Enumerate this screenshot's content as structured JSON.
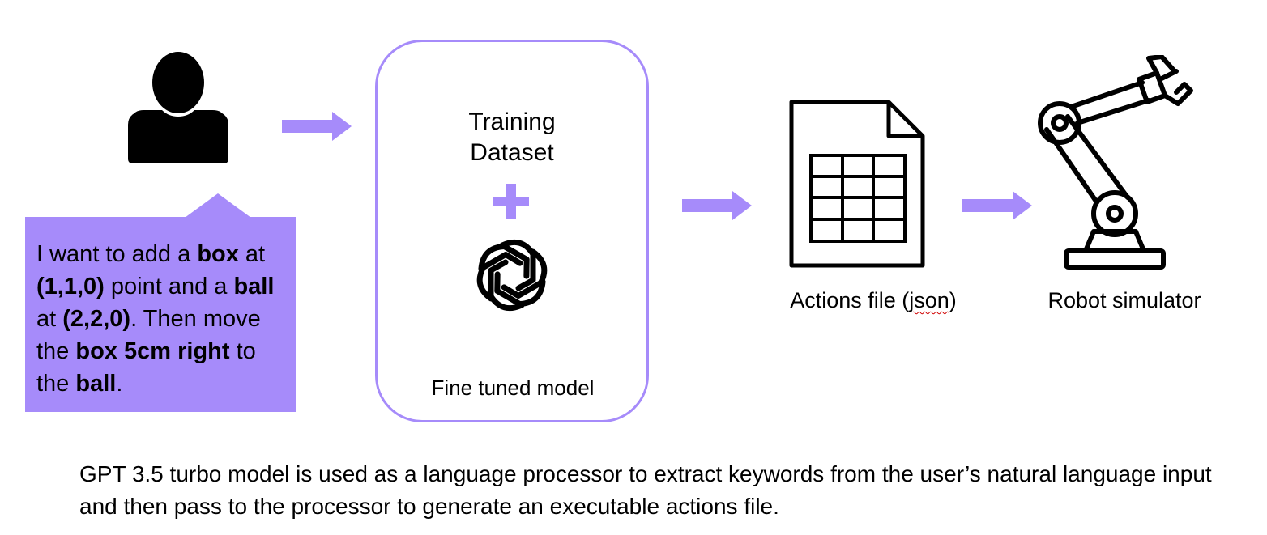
{
  "user": {
    "icon": "user-icon",
    "request_parts": [
      {
        "text": "I want to add a ",
        "bold": false
      },
      {
        "text": "box",
        "bold": true
      },
      {
        "text": " at ",
        "bold": false
      },
      {
        "text": "(1,1,0)",
        "bold": true
      },
      {
        "text": " point and a ",
        "bold": false
      },
      {
        "text": "ball",
        "bold": true
      },
      {
        "text": " at ",
        "bold": false
      },
      {
        "text": "(2,2,0)",
        "bold": true
      },
      {
        "text": ". Then move the ",
        "bold": false
      },
      {
        "text": "box 5cm right",
        "bold": true
      },
      {
        "text": " to the ",
        "bold": false
      },
      {
        "text": "ball",
        "bold": true
      },
      {
        "text": ".",
        "bold": false
      }
    ]
  },
  "model": {
    "title_line1": "Training",
    "title_line2": "Dataset",
    "label": "Fine tuned model",
    "icons": [
      "plus-icon",
      "openai-logo-icon"
    ]
  },
  "actions_file": {
    "icon": "spreadsheet-file-icon",
    "label_prefix": "Actions file (",
    "label_json": "json",
    "label_suffix": ")"
  },
  "robot": {
    "icon": "robot-arm-icon",
    "label": "Robot simulator"
  },
  "caption": "GPT 3.5 turbo model is used as a language processor to extract keywords from the user’s natural language input and then pass to the processor to generate an executable actions file.",
  "colors": {
    "accent": "#a68bfa",
    "text": "#000000",
    "spellcheck_underline": "#d00000"
  }
}
